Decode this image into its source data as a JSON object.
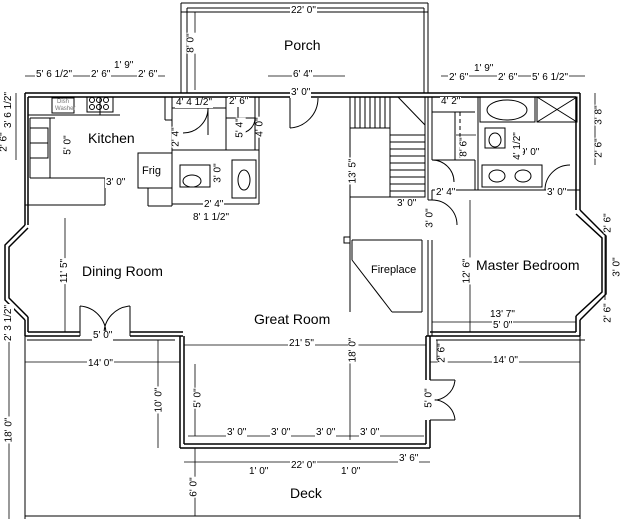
{
  "rooms": {
    "porch": "Porch",
    "kitchen": "Kitchen",
    "frig": "Frig",
    "dining": "Dining Room",
    "great": "Great Room",
    "fireplace": "Fireplace",
    "master": "Master Bedroom",
    "deck": "Deck"
  },
  "fixtures": {
    "dishwasher_line1": "Dish",
    "dishwasher_line2": "Washer"
  },
  "dims": {
    "porch_width": "22' 0\"",
    "porch_depth": "8' 0\"",
    "porch_step": "6' 4\"",
    "porch_door": "3' 0\"",
    "tl_a": "5' 6 1/2\"",
    "tl_b": "2' 6\"",
    "tl_c": "1' 9\"",
    "tl_d": "2' 6\"",
    "tr_a": "2' 6\"",
    "tr_b": "1' 9\"",
    "tr_c": "2' 6\"",
    "tr_d": "5' 6 1/2\"",
    "left_v1": "2' 6\"",
    "left_v2": "3' 6 1/2\"",
    "k_width": "5' 0\"",
    "k_counter": "3' 0\"",
    "k_door": "2' 4\"",
    "bath_w": "4' 4 1/2\"",
    "closet_w": "2' 6\"",
    "bath_h": "5' 4\"",
    "hall_w": "4' 0\"",
    "bath_small": "3' 0\"",
    "bath_door": "2' 4\"",
    "bath_total": "8' 1 1/2\"",
    "stair_w": "13' 5\"",
    "stair_bot": "3' 0\"",
    "stair_side": "3' 0\"",
    "mb_closet": "4' 2\"",
    "mb_closet_h": "8' 6\"",
    "mb_bath_v": "4' 1/2\"",
    "mb_bath_w": "9' 0\"",
    "mb_door": "2' 4\"",
    "mb_bath_door": "3' 0\"",
    "right_v1": "3' 8\"",
    "right_v2": "2' 6\"",
    "right_bay": "2' 6\"",
    "right_v3": "3' 0\"",
    "right_bay2": "2' 6\"",
    "mb_depth": "12' 6\"",
    "mb_width": "13' 7\"",
    "mb_window": "5' 0\"",
    "dining_depth": "11' 5\"",
    "dining_window": "5' 0\"",
    "left_bay": "2' 3 1/2\"",
    "great_width": "21' 5\"",
    "great_depth": "18' 0\"",
    "deck_left": "14' 0\"",
    "deck_right": "14' 0\"",
    "deck_right_step": "2' 6\"",
    "deck_v": "10' 0\"",
    "deck_door": "5' 0\"",
    "deck_door_r": "5' 0\"",
    "deck_left_v": "18' 0\"",
    "win1": "3' 0\"",
    "win2": "3' 0\"",
    "win3": "3' 0\"",
    "win4": "3' 0\"",
    "pier1": "1' 0\"",
    "pier2": "1' 0\"",
    "deck_width": "22' 0\"",
    "deck_step": "3' 6\"",
    "deck_depth": "6' 0\""
  }
}
